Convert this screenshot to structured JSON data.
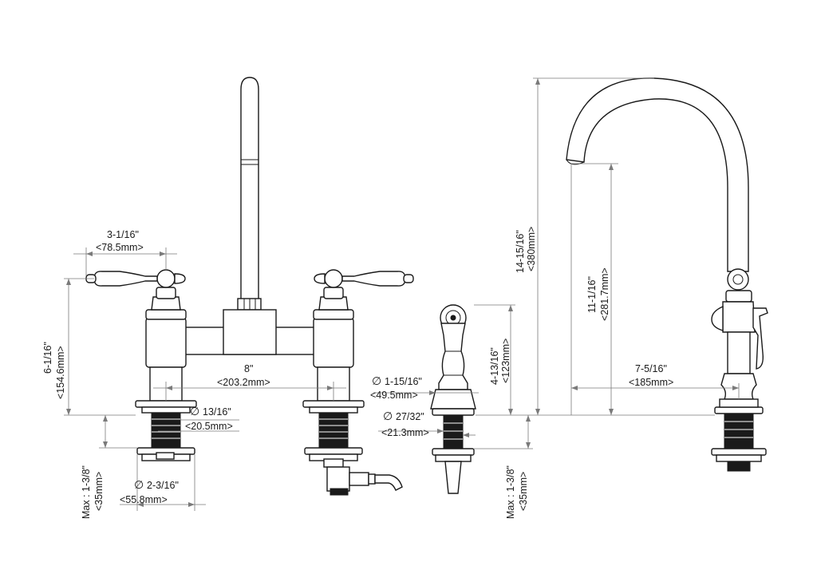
{
  "dimensions": {
    "handle_span_in": "3-1/16\"",
    "handle_span_mm": "<78.5mm>",
    "bridge_height_in": "6-1/16\"",
    "bridge_height_mm": "<154.6mm>",
    "center_in": "8\"",
    "center_mm": "<203.2mm>",
    "shank_dia_in": "13/16\"",
    "shank_dia_mm": "<20.5mm>",
    "nut_dia_in": "2-3/16\"",
    "nut_dia_mm": "<55.8mm>",
    "max_deck_left_in": "Max : 1-3/8\"",
    "max_deck_left_mm": "<35mm>",
    "sprayer_base_dia_in": "1-15/16\"",
    "sprayer_base_dia_mm": "<49.5mm>",
    "sprayer_shank_dia_in": "27/32\"",
    "sprayer_shank_dia_mm": "<21.3mm>",
    "sprayer_height_in": "4-13/16\"",
    "sprayer_height_mm": "<123mm>",
    "max_deck_right_in": "Max : 1-3/8\"",
    "max_deck_right_mm": "<35mm>",
    "total_height_in": "14-15/16\"",
    "total_height_mm": "<380mm>",
    "spout_height_in": "11-1/16\"",
    "spout_height_mm": "<281.7mm>",
    "spout_reach_in": "7-5/16\"",
    "spout_reach_mm": "<185mm>"
  },
  "symbols": {
    "diameter": "∅"
  },
  "colors": {
    "line": "#1a1a1a",
    "dimension": "#7a7a7a",
    "background": "#ffffff"
  }
}
